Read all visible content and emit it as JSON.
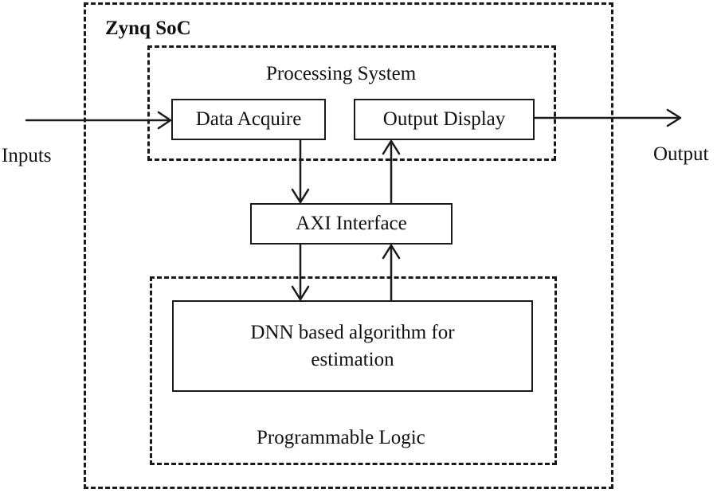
{
  "soc": {
    "title": "Zynq SoC"
  },
  "processing_system": {
    "title": "Processing System",
    "data_acquire": "Data Acquire",
    "output_display": "Output Display"
  },
  "axi": {
    "label": "AXI Interface"
  },
  "programmable_logic": {
    "title": "Programmable Logic",
    "dnn_line1": "DNN based algorithm for",
    "dnn_line2": "estimation"
  },
  "io": {
    "inputs": "Inputs",
    "output": "Output"
  },
  "colors": {
    "stroke": "#1a1a1a",
    "background": "#ffffff"
  }
}
